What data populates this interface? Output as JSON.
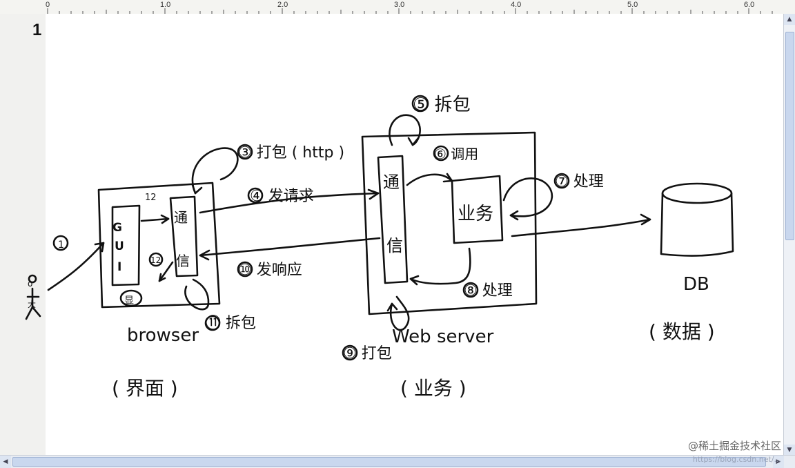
{
  "ruler": {
    "labels": [
      "0",
      "1.0",
      "2.0",
      "3.0",
      "4.0",
      "5.0",
      "6.0"
    ]
  },
  "page": {
    "number": "1"
  },
  "diagram": {
    "user": {
      "label": "о\n大"
    },
    "browser": {
      "name": "browser",
      "zh": "( 界面 )",
      "gui": "GUI",
      "comm": "通信",
      "display_mark": "显",
      "steps": {
        "s1": "①",
        "s2": "12",
        "s3": "③ 打包 ( http )",
        "s4": "④ 发请求",
        "s10": "⑩ 发响应",
        "s11": "⑪ 拆包",
        "s12": "12"
      }
    },
    "server": {
      "name": "Web server",
      "zh": "( 业务 )",
      "comm": "通信",
      "biz": "业务",
      "steps": {
        "s5": "⑤ 拆包",
        "s6": "⑥ 调用",
        "s7": "⑦ 处理",
        "s8": "⑧ 处理",
        "s9": "⑨ 打包"
      }
    },
    "db": {
      "name": "DB",
      "zh": "( 数据 )"
    }
  },
  "watermark": {
    "text": "@稀土掘金技术社区",
    "url": "https://blog.csdn.net/..."
  }
}
